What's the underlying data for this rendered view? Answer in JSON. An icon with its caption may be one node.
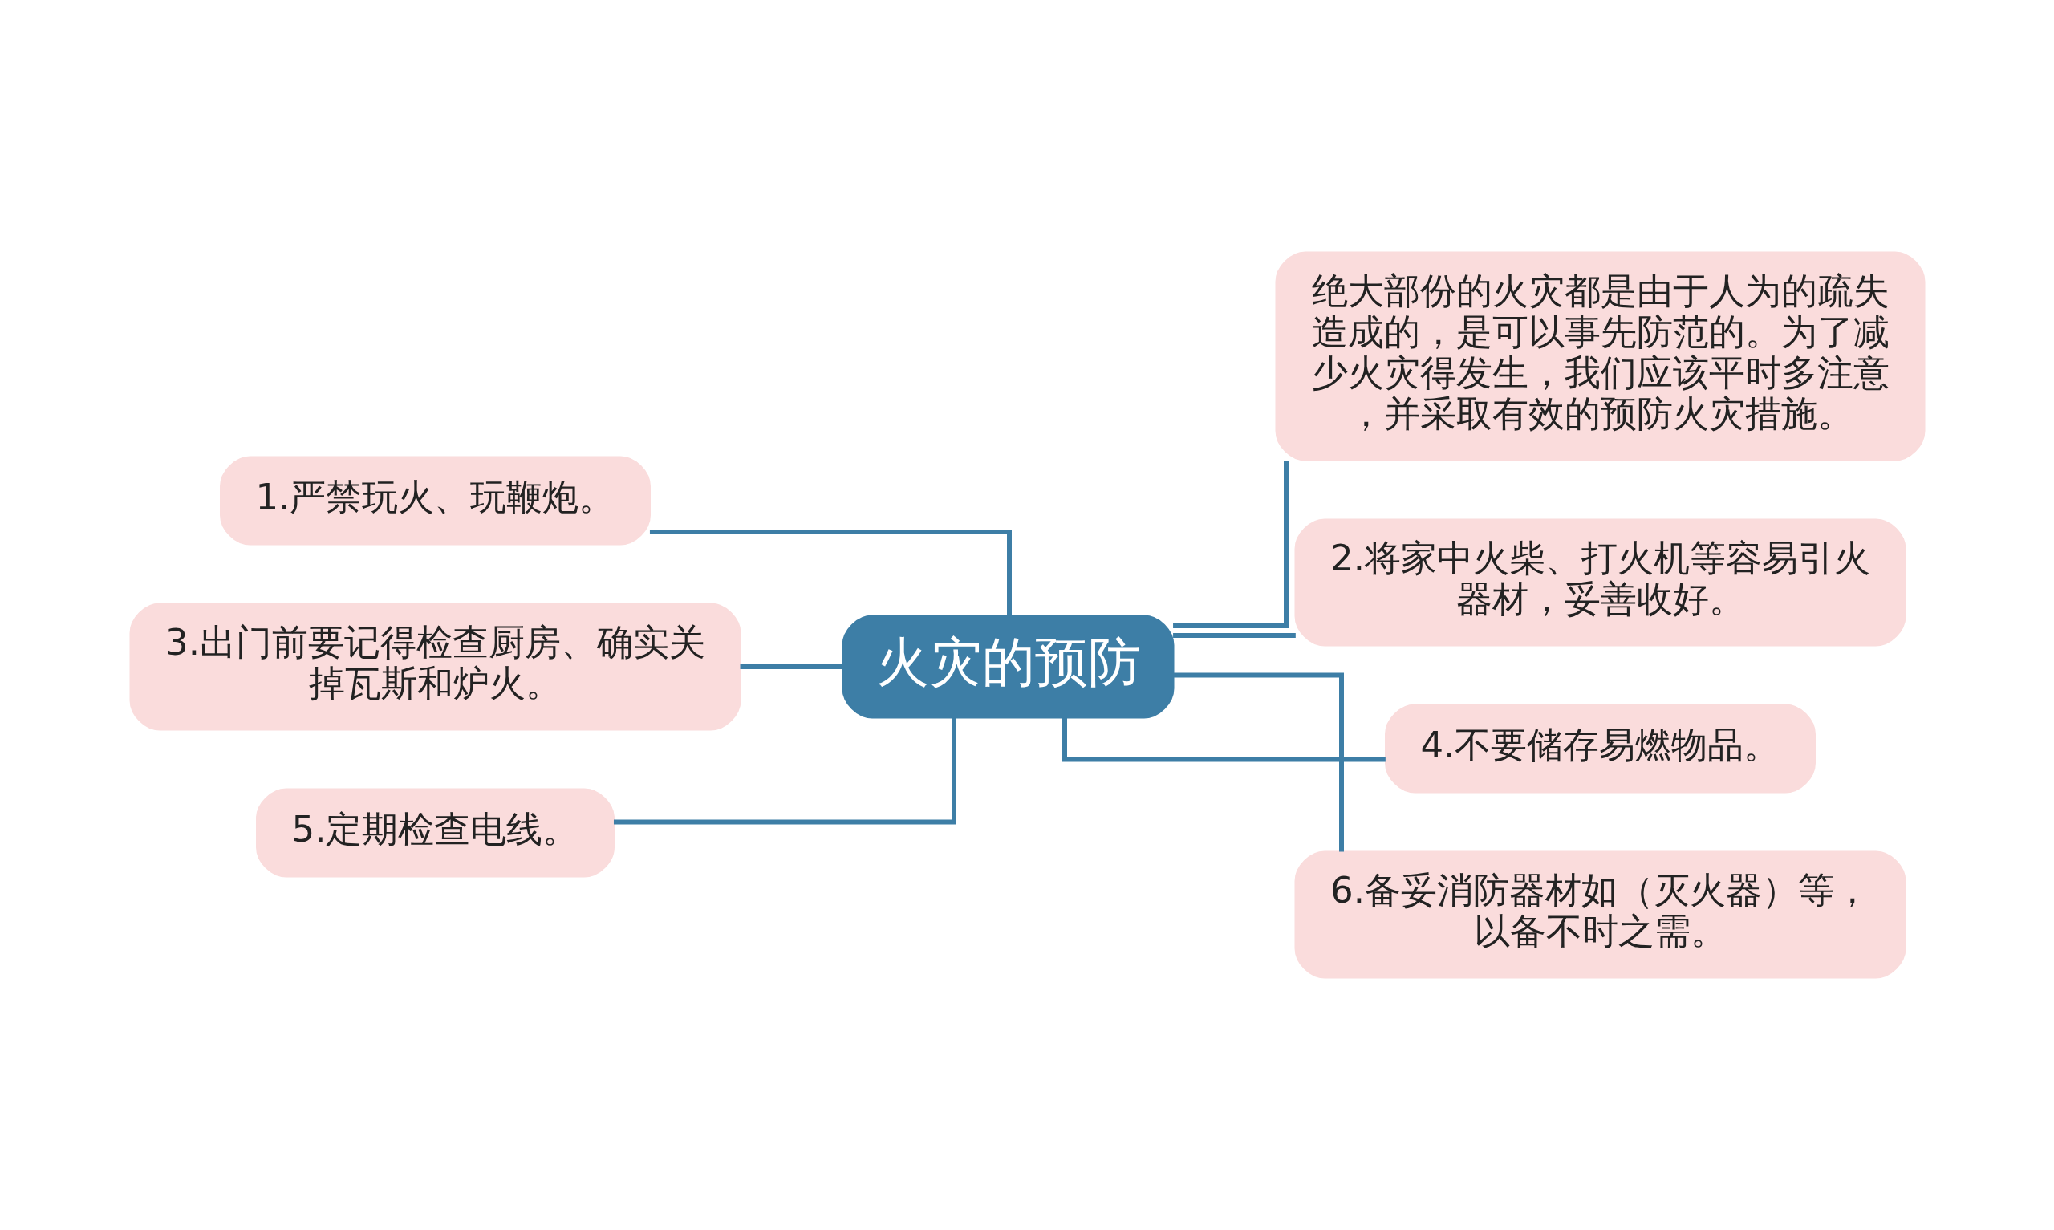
{
  "diagram": {
    "nodes": [
      {
        "text": [
          "火灾的预防"
        ]
      },
      {
        "text": [
          "绝大部份的火灾都是由于人为的疏失造成的，是可以事先防范的。为了减少火灾得发生，我们应该平时多注意，并采取有效的预防火灾措施。"
        ]
      },
      {
        "text": [
          "1.严禁玩火、玩鞭炮。"
        ]
      },
      {
        "text": [
          "2.将家中火柴、打火机等容易引火器材，妥善收好。"
        ]
      },
      {
        "text": [
          "3.出门前要记得检查厨房、确实关掉瓦斯和炉火。"
        ]
      },
      {
        "text": [
          "4.不要储存易燃物品。"
        ]
      },
      {
        "text": [
          "5.定期检查电线。"
        ]
      },
      {
        "text": [
          "6.备妥消防器材如（灭火器）等，以备不时之需。"
        ]
      }
    ],
    "edges": [
      {
        "from": 0,
        "to": 1,
        "arrow": "none"
      },
      {
        "from": 0,
        "to": 2,
        "arrow": "none"
      },
      {
        "from": 0,
        "to": 3,
        "arrow": "none"
      },
      {
        "from": 0,
        "to": 4,
        "arrow": "none"
      },
      {
        "from": 0,
        "to": 5,
        "arrow": "none"
      },
      {
        "from": 0,
        "to": 6,
        "arrow": "none"
      },
      {
        "from": 0,
        "to": 7,
        "arrow": "none"
      }
    ]
  }
}
